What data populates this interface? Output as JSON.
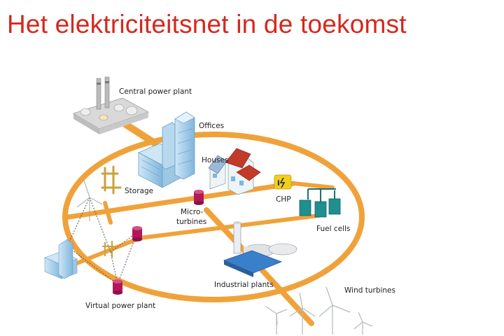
{
  "slide": {
    "title": "Het elektriciteitsnet in de toekomst"
  },
  "diagram": {
    "labels": {
      "central_power_plant": "Central power plant",
      "offices": "Offices",
      "houses": "Houses",
      "storage": "Storage",
      "micro_turbines_line1": "Micro-",
      "micro_turbines_line2": "turbines",
      "chp": "CHP",
      "fuel_cells": "Fuel cells",
      "industrial_plants": "Industrial plants",
      "wind_turbines": "Wind turbines",
      "virtual_power_plant": "Virtual power plant"
    },
    "colors": {
      "title": "#d6281e",
      "grid_line": "#f0a23a",
      "building_blue": "#7ab8e0",
      "storage_tank": "#b0185a",
      "fuel_cell": "#1f8f8f",
      "chp_box": "#f2cf1f"
    }
  }
}
